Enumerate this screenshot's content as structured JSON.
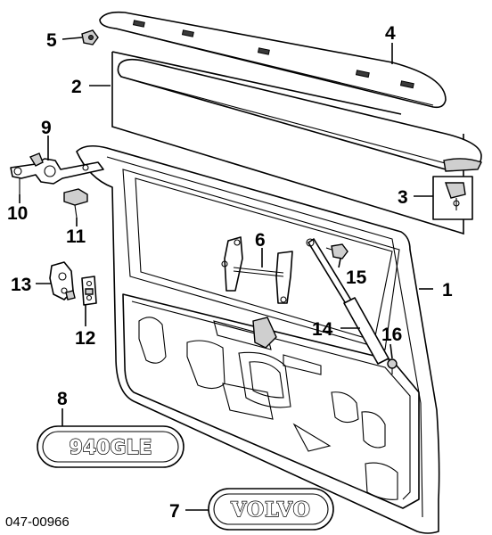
{
  "callouts": {
    "c1": "1",
    "c2": "2",
    "c3": "3",
    "c4": "4",
    "c5": "5",
    "c6": "6",
    "c7": "7",
    "c8": "8",
    "c9": "9",
    "c10": "10",
    "c11": "11",
    "c12": "12",
    "c13": "13",
    "c14": "14",
    "c15": "15",
    "c16": "16"
  },
  "badges": {
    "model": "940GLE",
    "brand": "VOLVO"
  },
  "reference": "047-00966"
}
